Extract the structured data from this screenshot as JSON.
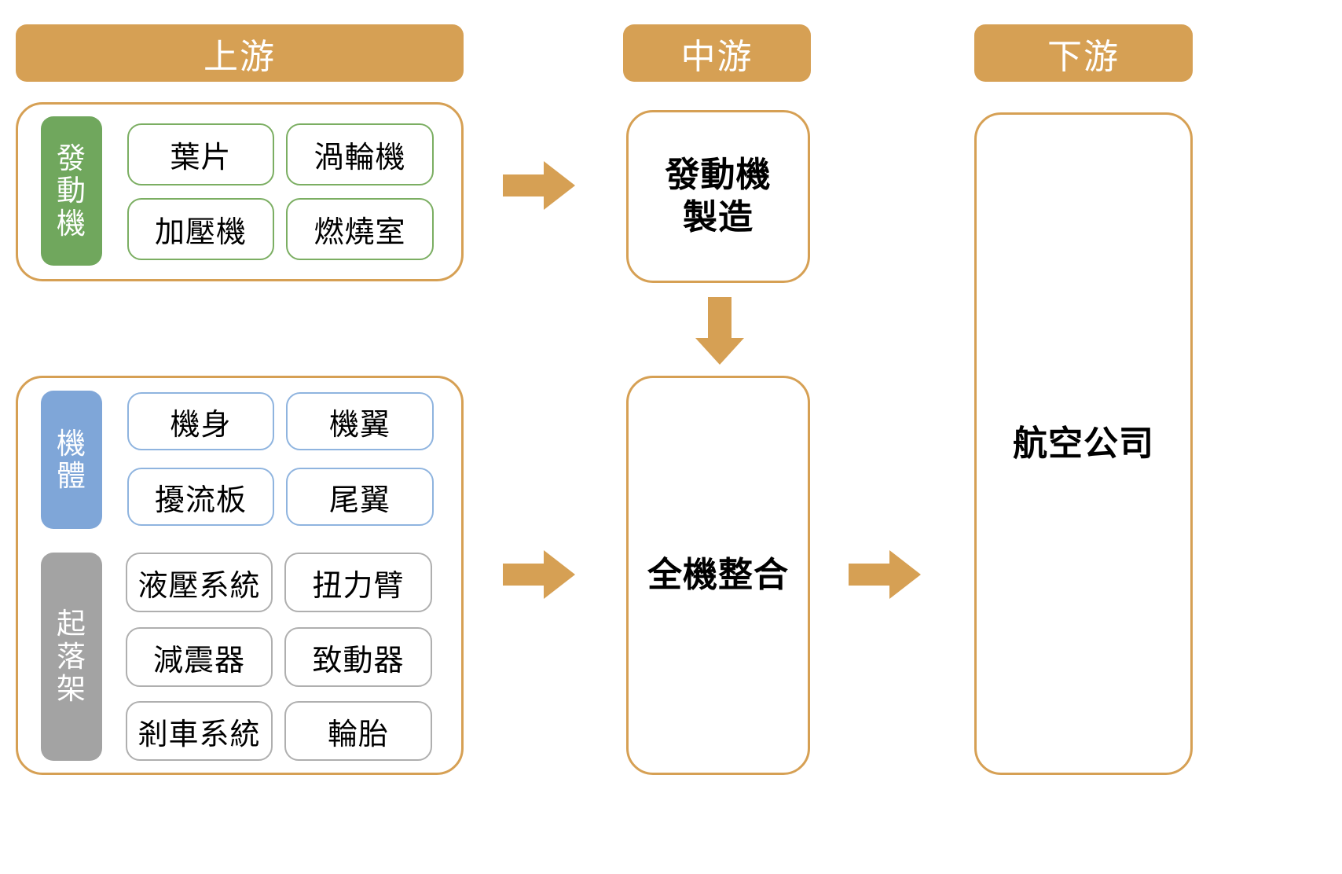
{
  "colors": {
    "accent_orange": "#D6A054",
    "engine_green": "#70A75D",
    "airframe_blue": "#7FA6D8",
    "landing_gear_gray": "#A3A3A3",
    "chip_border_green": "#7BAE62",
    "chip_border_blue": "#8FB4DF",
    "chip_border_gray": "#AFAFAF",
    "header_text": "#FFFFFF",
    "body_text": "#000000",
    "background": "#FFFFFF"
  },
  "headers": {
    "upstream": "上游",
    "midstream": "中游",
    "downstream": "下游"
  },
  "upstream": {
    "groups": [
      {
        "label": "發動機",
        "label_chars": [
          "發",
          "動",
          "機"
        ],
        "color": "#70A75D",
        "items": [
          "葉片",
          "渦輪機",
          "加壓機",
          "燃燒室"
        ]
      },
      {
        "label": "機體",
        "label_chars": [
          "機",
          "體"
        ],
        "color": "#7FA6D8",
        "items": [
          "機身",
          "機翼",
          "擾流板",
          "尾翼"
        ]
      },
      {
        "label": "起落架",
        "label_chars": [
          "起",
          "落",
          "架"
        ],
        "color": "#A3A3A3",
        "items": [
          "液壓系統",
          "扭力臂",
          "減震器",
          "致動器",
          "剎車系統",
          "輪胎"
        ]
      }
    ]
  },
  "midstream": {
    "engine_manufacturing": {
      "line1": "發動機",
      "line2": "製造"
    },
    "aircraft_integration": "全機整合"
  },
  "downstream": {
    "airline": "航空公司"
  },
  "arrows": [
    {
      "name": "upstream-engine-to-midstream",
      "direction": "right"
    },
    {
      "name": "engine-manufacturing-to-integration",
      "direction": "down"
    },
    {
      "name": "upstream-airframe-to-midstream",
      "direction": "right"
    },
    {
      "name": "midstream-to-downstream",
      "direction": "right"
    }
  ]
}
